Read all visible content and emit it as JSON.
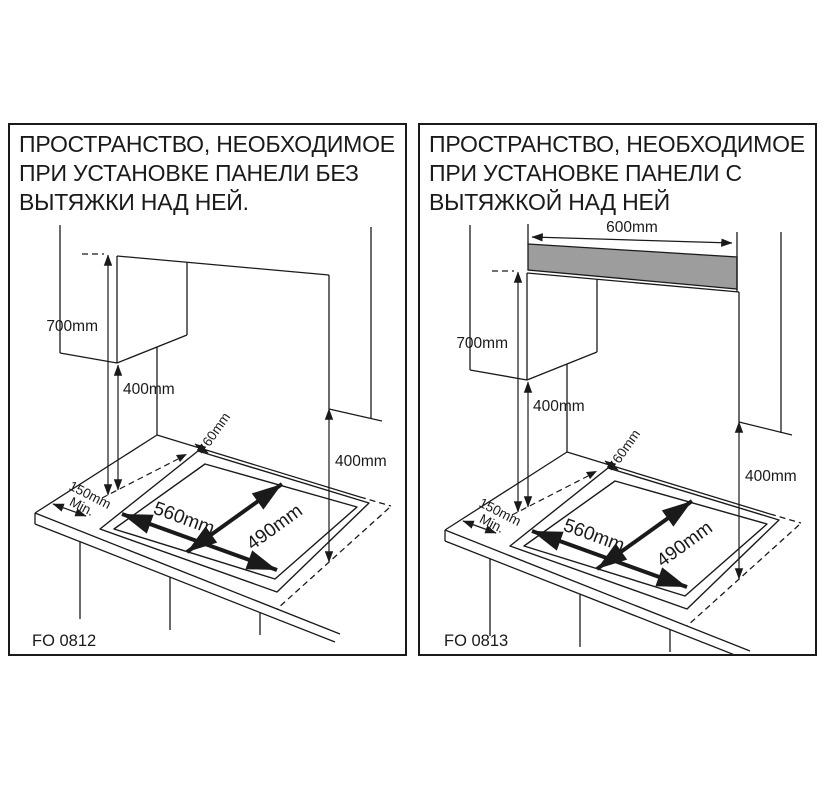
{
  "document": {
    "background": "#ffffff"
  },
  "colors": {
    "line": "#1a1a1a",
    "hood_fill": "#9d9d9d",
    "panel_border": "#1a1a1a"
  },
  "panels": {
    "left": {
      "title_lines": [
        "ПРОСТРАНСТВО, НЕОБХОДИМОЕ",
        "ПРИ УСТАНОВКЕ ПАНЕЛИ БЕЗ",
        "ВЫТЯЖКИ НАД НЕЙ."
      ],
      "figure_code": "FO 0812",
      "labels": {
        "height_700": "700mm",
        "clearance_400": "400mm",
        "side_400": "400mm",
        "gap_60": "60mm",
        "edge_150": "150mm",
        "edge_min": "Min.",
        "cutout_width_560": "560mm",
        "cutout_depth_490": "490mm"
      }
    },
    "right": {
      "title_lines": [
        "ПРОСТРАНСТВО, НЕОБХОДИМОЕ",
        "ПРИ УСТАНОВКЕ ПАНЕЛИ С",
        "ВЫТЯЖКОЙ НАД НЕЙ"
      ],
      "figure_code": "FO 0813",
      "labels": {
        "hood_width_600": "600mm",
        "height_700": "700mm",
        "clearance_400": "400mm",
        "side_400": "400mm",
        "gap_60": "60mm",
        "edge_150": "150mm",
        "edge_min": "Min.",
        "cutout_width_560": "560mm",
        "cutout_depth_490": "490mm"
      }
    }
  }
}
